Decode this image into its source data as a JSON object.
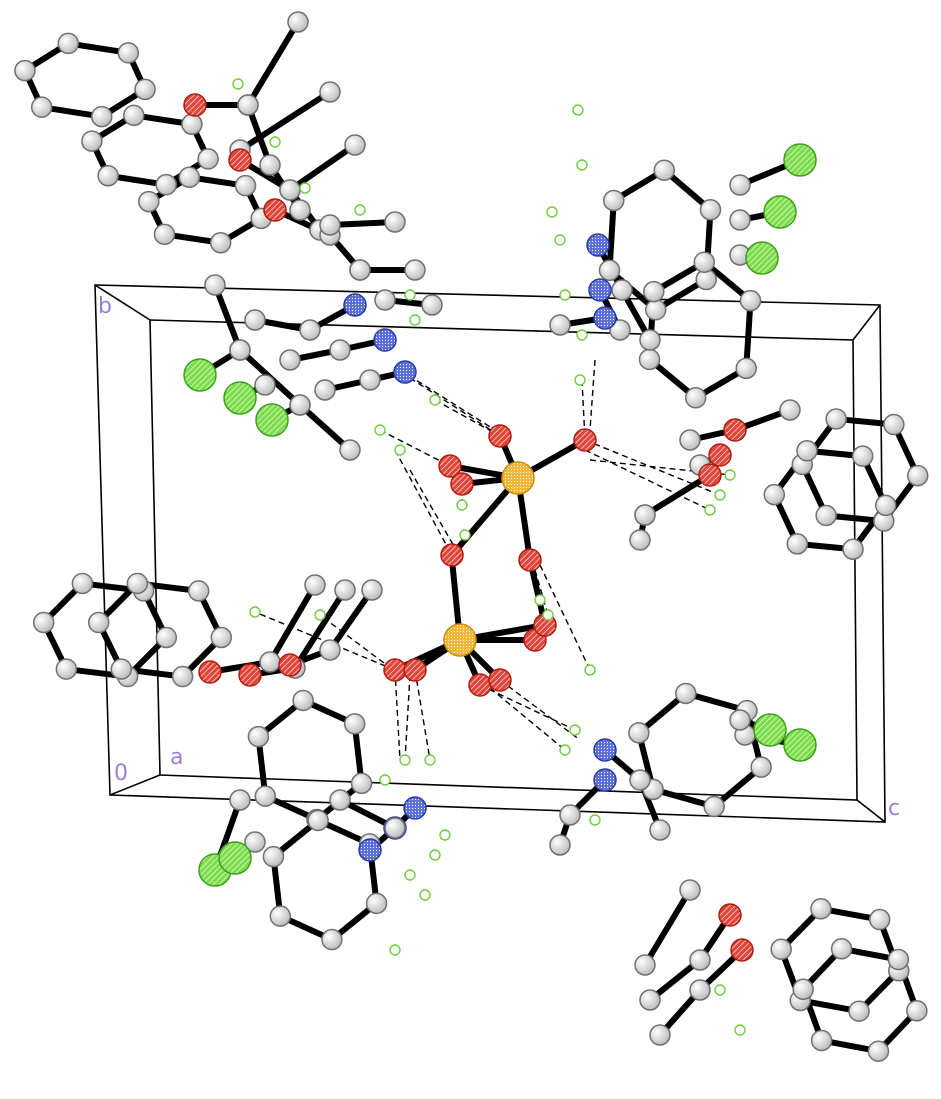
{
  "figure": {
    "labels": {
      "b": "b",
      "origin": "0",
      "a": "a",
      "c": "c"
    },
    "colors": {
      "background": "#ffffff",
      "bond": "#000000",
      "cell_edge": "#000000",
      "axis_label": "#9b7fd4",
      "carbon_fill": "#e9e9e9",
      "carbon_stroke": "#707070",
      "oxygen_fill": "#e0453a",
      "oxygen_stroke": "#b01c10",
      "nitrogen_fill": "#5a6ed8",
      "nitrogen_stroke": "#2a3aa8",
      "sulfur_fill": "#f2b636",
      "sulfur_stroke": "#c98d10",
      "chlorine_fill": "#7cdc4a",
      "chlorine_stroke": "#3aa21a",
      "hydrogen_stroke": "#6fce3a",
      "hbond": "#000000"
    },
    "atom_types": [
      "carbon",
      "oxygen",
      "nitrogen",
      "sulfur",
      "chlorine",
      "hydrogen"
    ],
    "hydrogen_bond_style": "dashed"
  }
}
